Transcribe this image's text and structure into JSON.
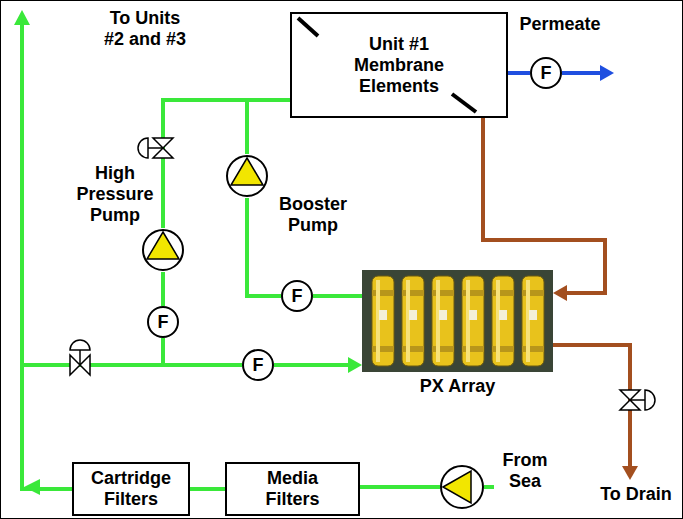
{
  "diagram": {
    "nodes": [
      {
        "text": [
          "Unit #1 Membrane Elements"
        ]
      },
      {
        "text": [
          "F"
        ]
      },
      {
        "text": [
          "High Pressure Pump"
        ]
      },
      {
        "text": [
          "Booster Pump"
        ]
      },
      {
        "text": [
          "F"
        ]
      },
      {
        "text": [
          "F"
        ]
      },
      {
        "text": [
          "F"
        ]
      },
      {
        "text": [
          "PX Array"
        ]
      },
      {
        "text": [
          "Cartridge Filters"
        ]
      },
      {
        "text": [
          "Media Filters"
        ]
      }
    ],
    "edges": [
      {
        "from": 0,
        "to": 1,
        "arrow": "none"
      },
      {
        "from": 2,
        "to": 0,
        "arrow": "none"
      },
      {
        "from": 3,
        "to": 0,
        "arrow": "none"
      },
      {
        "from": 4,
        "to": 3,
        "arrow": "none"
      },
      {
        "from": 7,
        "to": 4,
        "arrow": "none"
      },
      {
        "from": 5,
        "to": 2,
        "arrow": "none"
      },
      {
        "from": 8,
        "to": 5,
        "arrow": "none"
      },
      {
        "from": 8,
        "to": 6,
        "arrow": "none"
      },
      {
        "from": 6,
        "to": 7,
        "arrow": "to"
      },
      {
        "from": 0,
        "to": 7,
        "arrow": "to"
      },
      {
        "from": 9,
        "to": 8,
        "arrow": "none"
      }
    ],
    "labels": [
      "To Units #2 and #3",
      "Permeate",
      "From Sea",
      "To Drain"
    ]
  }
}
